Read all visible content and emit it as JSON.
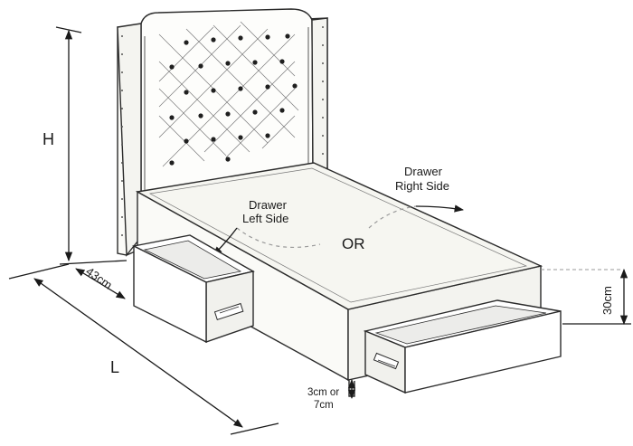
{
  "labels": {
    "height": "H",
    "length": "L",
    "headboard_offset": "43cm",
    "base_height": "30cm",
    "clearance_line1": "3cm or",
    "clearance_line2": "7cm",
    "or_text": "OR",
    "drawer_left_line1": "Drawer",
    "drawer_left_line2": "Left Side",
    "drawer_right_line1": "Drawer",
    "drawer_right_line2": "Right Side"
  },
  "colors": {
    "line": "#2b2b2b",
    "dim_line": "#1a1a1a",
    "fill_surface": "#f6f6f1",
    "dashed": "#9a9a9a"
  }
}
